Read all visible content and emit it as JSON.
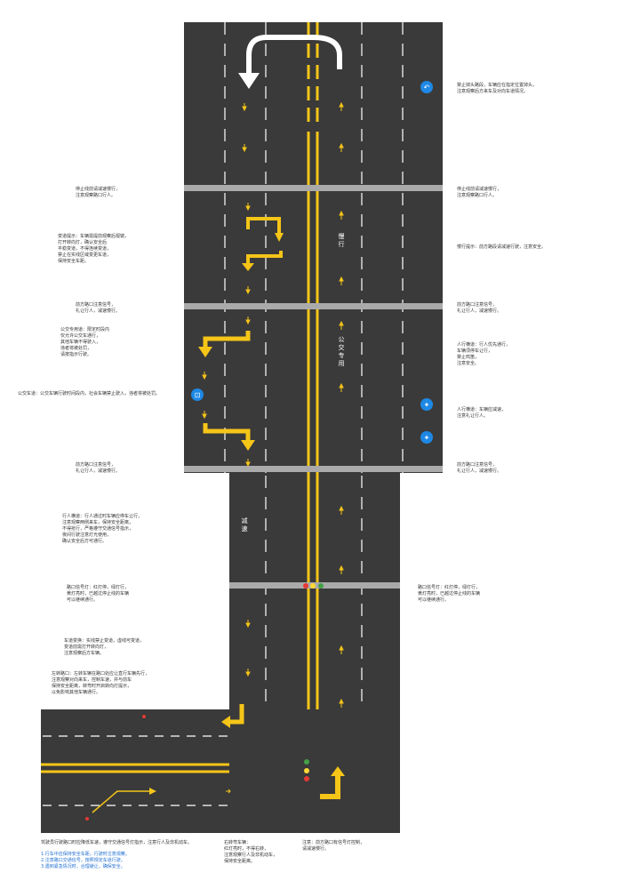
{
  "colors": {
    "road": "#3a3a3a",
    "lane_dash": "#ffffff",
    "center_line": "#f5c518",
    "stop_line": "#aaaaaa",
    "arrow": "#f5c518",
    "sign": "#1e88e5",
    "light_red": "#e53935",
    "light_yellow": "#fdd835",
    "light_green": "#43a047"
  },
  "icons": {
    "uturn_sign": "u-turn-sign-icon",
    "pedestrian_sign": "pedestrian-sign-icon",
    "bus_sign": "bus-sign-icon",
    "traffic_light": "traffic-light-icon"
  },
  "road_text": {
    "slow": "慢行",
    "bus_lane": "公交专用",
    "warning": "减速"
  },
  "notes": [
    {
      "text": "禁止掉头路段，车辆应在指定位置掉头，\n注意观察后方来车及对向车道情况。",
      "blue": false
    },
    {
      "text": "停止线前请减速慢行，\n注意观察路口行人。",
      "blue": false
    },
    {
      "text": "停止线前请减速慢行，\n注意观察路口行人。",
      "blue": false
    },
    {
      "text": "变道提示：车辆需提前观察后视镜，\n打开转向灯，确认安全后\n平稳变道，不得连续变道，\n禁止在实线区域变更车道，\n保持安全车距。",
      "blue": false
    },
    {
      "text": "慢行提示：前方路段请减速行驶，注意安全。",
      "blue": false
    },
    {
      "text": "前方路口注意信号，\n礼让行人，减速慢行。",
      "blue": false
    },
    {
      "text": "前方路口注意信号，\n礼让行人，减速慢行。",
      "blue": false
    },
    {
      "text": "公交专用道：限定时段内\n仅允许公交车通行，\n其他车辆不得驶入，\n违者将被处罚，\n请按指示行驶。",
      "blue": false
    },
    {
      "text": "公交车道：公交车辆行驶时间段内，社会车辆禁止驶入，违者将被处罚。",
      "blue": false
    },
    {
      "text": "人行横道：行人优先通行，\n车辆须停车让行，\n禁止鸣笛，\n注意安全。",
      "blue": false
    },
    {
      "text": "人行横道：车辆应减速，\n注意礼让行人。",
      "blue": false
    },
    {
      "text": "前方路口注意信号，\n礼让行人，减速慢行。",
      "blue": false
    },
    {
      "text": "前方路口注意信号，\n礼让行人，减速慢行。",
      "blue": false
    },
    {
      "text": "行人横道：行人通过时车辆应停车让行，\n注意观察两侧来车，保持安全距离，\n不得抢行，严格遵守交通信号指示，\n夜间行驶注意灯光使用，\n确认安全后方可通行。",
      "blue": false
    },
    {
      "text": "路口信号灯：红灯停，绿灯行，\n黄灯亮时，已越过停止线的车辆\n可以继续通行。",
      "blue": false
    },
    {
      "text": "路口信号灯：红灯停，绿灯行，\n黄灯亮时，已越过停止线的车辆\n可以继续通行。",
      "blue": false
    },
    {
      "text": "车道变换：实线禁止变道，虚线可变道，\n变道前需打开转向灯，\n注意观察后方车辆。",
      "blue": false
    },
    {
      "text": "左转路口：左转车辆在路口处应让直行车辆先行，\n注意观察对向来车，控制车速，并与前车\n保持安全距离，转弯时开启转向灯提示，\n以免影响其他车辆通行。",
      "blue": false
    },
    {
      "text": "驾驶员行驶路口时应降低车速，遵守交通信号灯指示，注意行人及非机动车。",
      "blue": false
    },
    {
      "text": "1.行车中应保持安全车距，行驶时注意观察。\n2.注意路口交通信号，按照规定车道行驶。\n3.遇到紧急情况时，合理避让，确保安全。",
      "blue": true
    },
    {
      "text": "右转弯车辆：\n红灯亮时，不得右转，\n注意观察行人及非机动车，\n保持安全距离。",
      "blue": false
    },
    {
      "text": "注意：前方路口有信号灯控制，\n请减速慢行。",
      "blue": false
    }
  ]
}
